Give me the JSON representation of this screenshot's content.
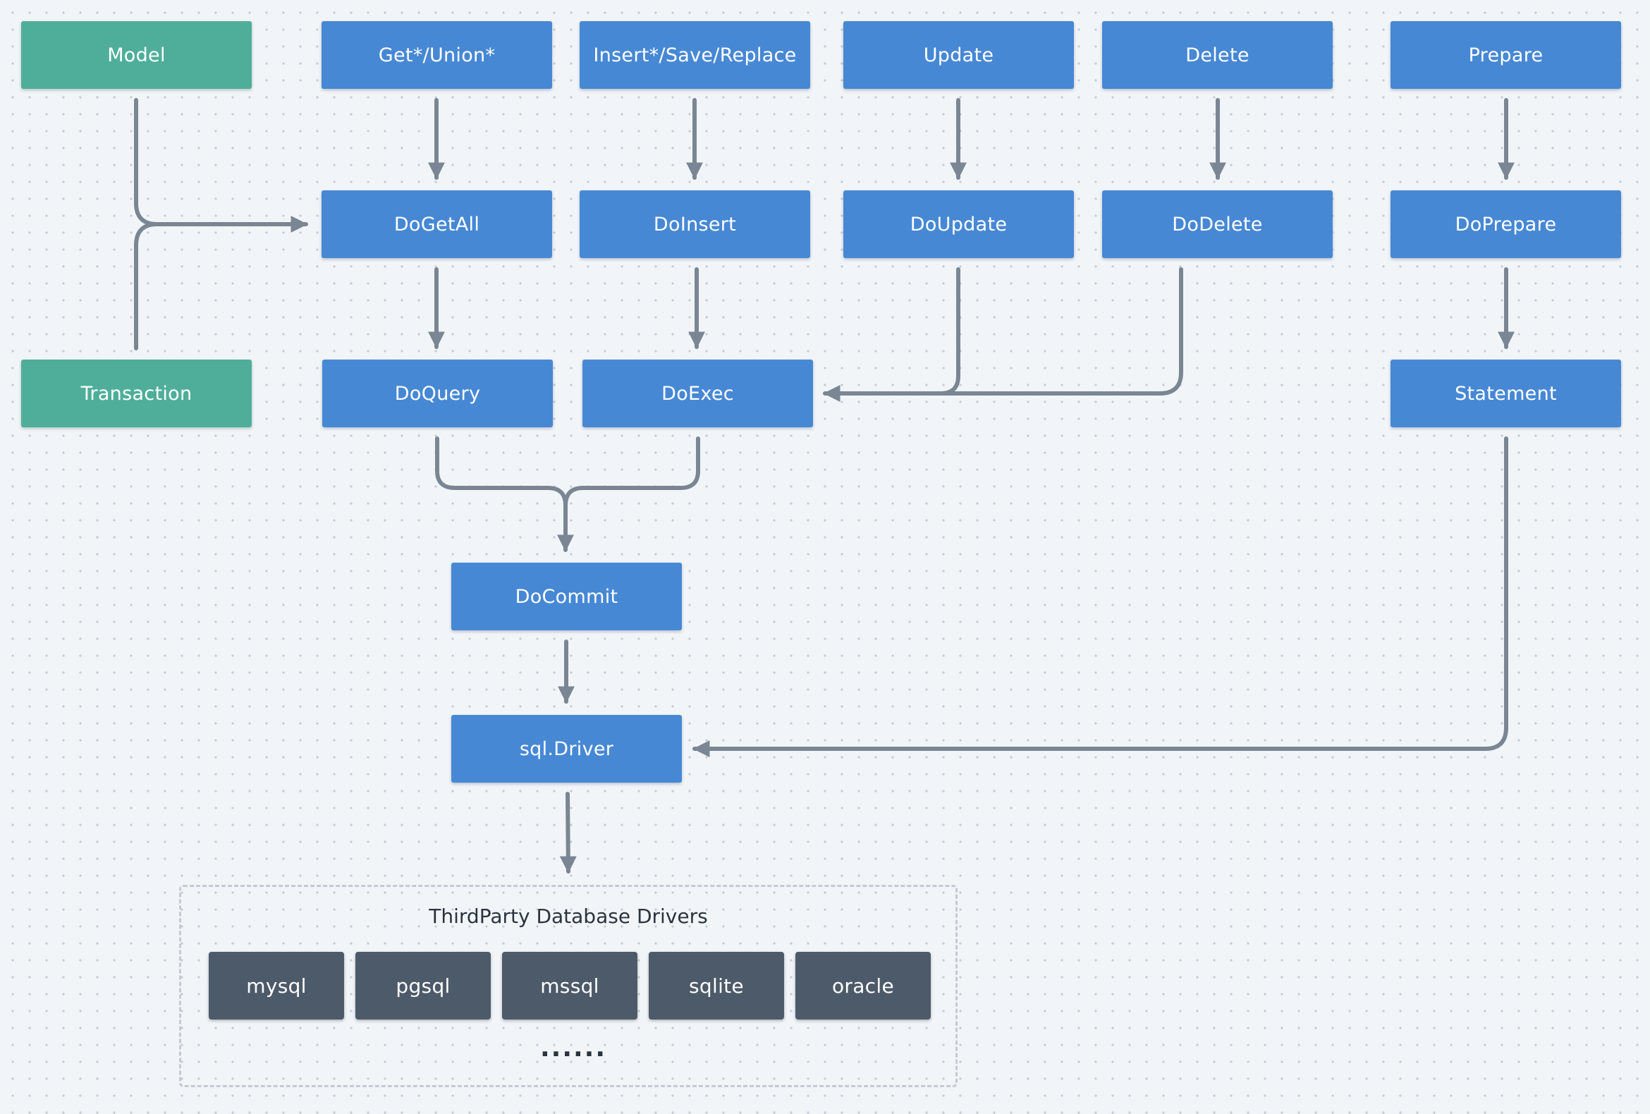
{
  "diagram": {
    "colors": {
      "background": "#f2f5f8",
      "api_node": "#4788d4",
      "entry_node": "#4fae9a",
      "driver_node": "#4d5a69",
      "connector": "#7a8694",
      "group_border": "#c4cad2"
    },
    "nodes": {
      "model": "Model",
      "transaction": "Transaction",
      "get_union": "Get*/Union*",
      "insert_save_replace": "Insert*/Save/Replace",
      "update": "Update",
      "delete": "Delete",
      "prepare": "Prepare",
      "do_get_all": "DoGetAll",
      "do_insert": "DoInsert",
      "do_update": "DoUpdate",
      "do_delete": "DoDelete",
      "do_prepare": "DoPrepare",
      "do_query": "DoQuery",
      "do_exec": "DoExec",
      "statement": "Statement",
      "do_commit": "DoCommit",
      "sql_driver": "sql.Driver"
    },
    "driver_group": {
      "title": "ThirdParty Database Drivers",
      "drivers": [
        "mysql",
        "pgsql",
        "mssql",
        "sqlite",
        "oracle"
      ],
      "more": "......"
    },
    "edges": [
      {
        "from": "Model",
        "to": "DoGetAll"
      },
      {
        "from": "Transaction",
        "to": "DoGetAll"
      },
      {
        "from": "Get*/Union*",
        "to": "DoGetAll"
      },
      {
        "from": "Insert*/Save/Replace",
        "to": "DoInsert"
      },
      {
        "from": "Update",
        "to": "DoUpdate"
      },
      {
        "from": "Delete",
        "to": "DoDelete"
      },
      {
        "from": "Prepare",
        "to": "DoPrepare"
      },
      {
        "from": "DoGetAll",
        "to": "DoQuery"
      },
      {
        "from": "DoInsert",
        "to": "DoExec"
      },
      {
        "from": "DoUpdate",
        "to": "DoExec"
      },
      {
        "from": "DoDelete",
        "to": "DoExec"
      },
      {
        "from": "DoPrepare",
        "to": "Statement"
      },
      {
        "from": "DoQuery",
        "to": "DoCommit"
      },
      {
        "from": "DoExec",
        "to": "DoCommit"
      },
      {
        "from": "DoCommit",
        "to": "sql.Driver"
      },
      {
        "from": "Statement",
        "to": "sql.Driver"
      },
      {
        "from": "sql.Driver",
        "to": "ThirdParty Database Drivers"
      }
    ]
  }
}
